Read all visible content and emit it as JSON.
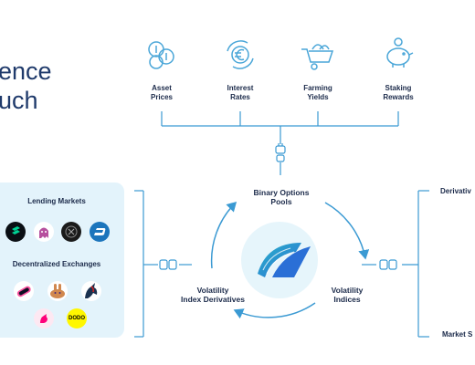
{
  "title": {
    "line1": "ence",
    "line2": "uch"
  },
  "top_sources": [
    {
      "label_1": "Asset",
      "label_2": "Prices",
      "icon": "coins-icon"
    },
    {
      "label_1": "Interest",
      "label_2": "Rates",
      "icon": "euro-exchange-icon"
    },
    {
      "label_1": "Farming",
      "label_2": "Yields",
      "icon": "wheelbarrow-icon"
    },
    {
      "label_1": "Staking",
      "label_2": "Rewards",
      "icon": "piggy-bank-icon"
    }
  ],
  "cycle": {
    "top_1": "Binary Options",
    "top_2": "Pools",
    "left_1": "Volatility",
    "left_2": "Index Derivatives",
    "right_1": "Volatility",
    "right_2": "Indices",
    "center_logo": "volmex-wave-logo"
  },
  "left_panel": {
    "lending_title": "Lending Markets",
    "lending_logos": [
      "compound-logo",
      "aave-ghost-logo",
      "yearn-logo",
      "dash-logo"
    ],
    "dex_title": "Decentralized Exchanges",
    "dex_logos": [
      "sushiswap-logo",
      "pancakeswap-logo",
      "1inch-unicorn-logo",
      "uniswap-logo",
      "dodo-logo"
    ],
    "dodo_text": "DODO"
  },
  "right_side": {
    "top_label": "Derivativ",
    "bottom_label": "Market S"
  },
  "colors": {
    "accent": "#4aa6d8",
    "line": "#3b9ad3",
    "panel_bg": "#e3f3fb",
    "title": "#1f3a6b"
  }
}
